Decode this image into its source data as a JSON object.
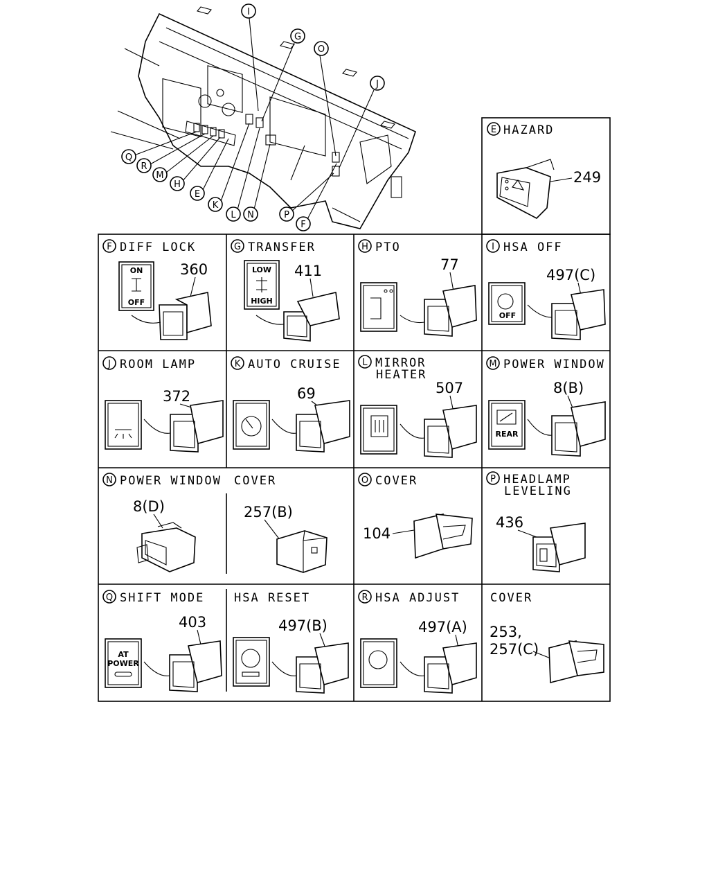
{
  "overview": {
    "callouts": [
      "I",
      "G",
      "O",
      "J",
      "Q",
      "R",
      "M",
      "H",
      "E",
      "K",
      "L",
      "N",
      "P",
      "F"
    ]
  },
  "cells": [
    {
      "letter": "E",
      "title": "HAZARD",
      "parts": [
        "249"
      ]
    },
    {
      "letter": "F",
      "title": "DIFF LOCK",
      "parts": [
        "360"
      ],
      "switch_text": [
        "ON",
        "OFF"
      ]
    },
    {
      "letter": "G",
      "title": "TRANSFER",
      "parts": [
        "411"
      ],
      "switch_text": [
        "LOW",
        "HIGH"
      ]
    },
    {
      "letter": "H",
      "title": "PTO",
      "parts": [
        "77"
      ]
    },
    {
      "letter": "I",
      "title": "HSA OFF",
      "parts": [
        "497(C)"
      ],
      "switch_text": [
        "OFF"
      ]
    },
    {
      "letter": "J",
      "title": "ROOM LAMP",
      "parts": [
        "372"
      ]
    },
    {
      "letter": "K",
      "title": "AUTO CRUISE",
      "parts": [
        "69"
      ]
    },
    {
      "letter": "L",
      "title": "MIRROR",
      "title2": "HEATER",
      "parts": [
        "507"
      ]
    },
    {
      "letter": "M",
      "title": "POWER WINDOW",
      "parts": [
        "8(B)"
      ],
      "switch_text": [
        "REAR"
      ]
    },
    {
      "letter": "N",
      "title": "POWER WINDOW",
      "parts": [
        "8(D)"
      ]
    },
    {
      "letter": "",
      "title": "COVER",
      "parts": [
        "257(B)"
      ]
    },
    {
      "letter": "O",
      "title": "COVER",
      "parts": [
        "104"
      ]
    },
    {
      "letter": "P",
      "title": "HEADLAMP",
      "title2": "LEVELING",
      "parts": [
        "436"
      ]
    },
    {
      "letter": "Q",
      "title": "SHIFT MODE",
      "parts": [
        "403"
      ],
      "switch_text": [
        "AT",
        "POWER"
      ]
    },
    {
      "letter": "",
      "title": "HSA RESET",
      "parts": [
        "497(B)"
      ]
    },
    {
      "letter": "R",
      "title": "HSA ADJUST",
      "parts": [
        "497(A)"
      ]
    },
    {
      "letter": "",
      "title": "COVER",
      "parts": [
        "253,",
        "257(C)"
      ]
    }
  ]
}
